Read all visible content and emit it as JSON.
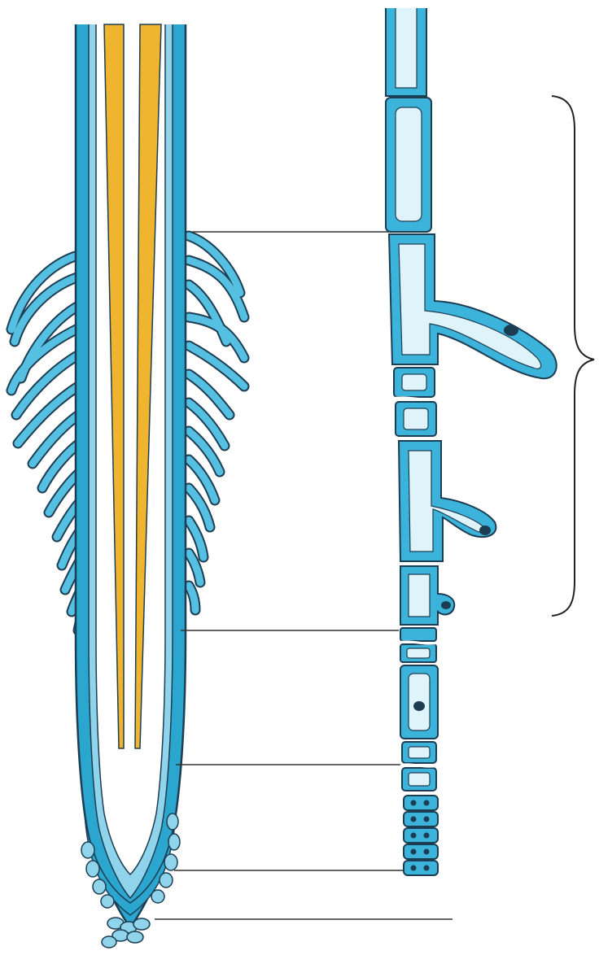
{
  "figure": {
    "subject": "root-tip-structure",
    "colors": {
      "epidermis_blue": "#2aa6cf",
      "epidermis_light": "#8fd4ea",
      "cell_fill": "#3bb3da",
      "cell_inner": "#dff3fa",
      "vascular_yellow": "#f0b52e",
      "outline": "#1d3d52",
      "leader_line": "#333333",
      "brace": "#222222",
      "background": "#ffffff"
    },
    "left_panel": {
      "part": "longitudinal-section-of-root-tip"
    },
    "right_panel": {
      "part": "single-cell-file-with-root-hairs"
    },
    "leader_lines": 5,
    "brace": {
      "side": "right",
      "spans": "root-hair-zone"
    }
  }
}
